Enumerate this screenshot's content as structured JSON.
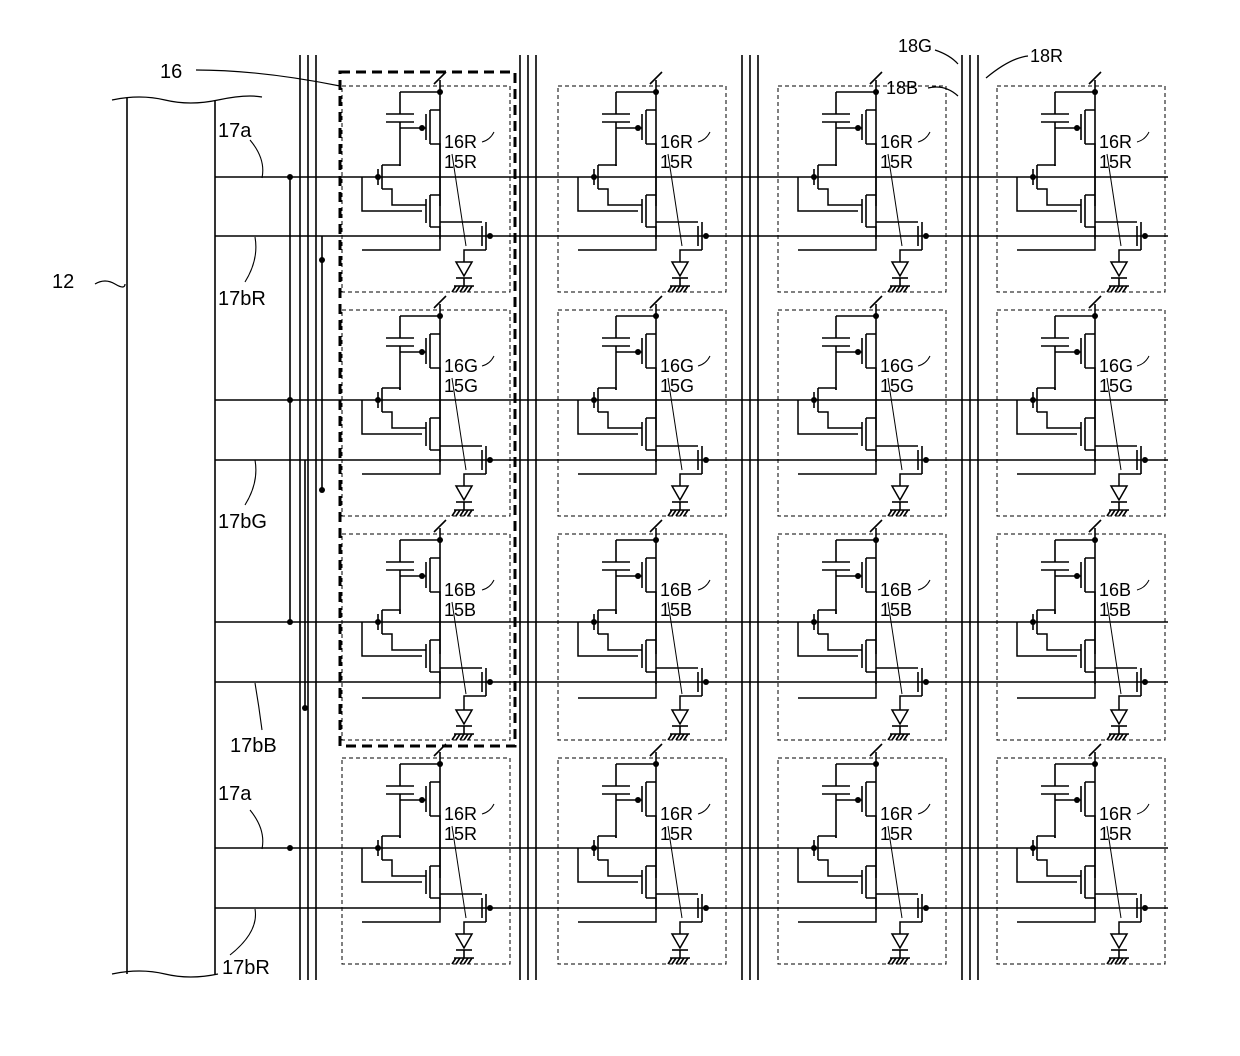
{
  "labels": {
    "panel": "12",
    "unit": "16",
    "gate_a": "17a",
    "gate_bR": "17bR",
    "gate_bG": "17bG",
    "gate_bB": "17bB",
    "source_G": "18G",
    "source_R": "18R",
    "source_B": "18B"
  },
  "rows": [
    {
      "circuit": "16R",
      "element": "15R"
    },
    {
      "circuit": "16G",
      "element": "15G"
    },
    {
      "circuit": "16B",
      "element": "15B"
    },
    {
      "circuit": "16R",
      "element": "15R"
    }
  ],
  "columns": 4
}
